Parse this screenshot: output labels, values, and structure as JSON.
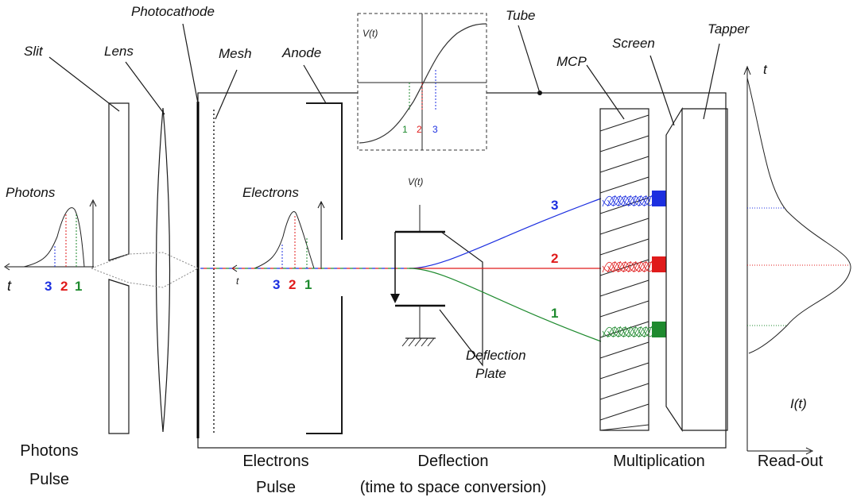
{
  "labels": {
    "slit": "Slit",
    "lens": "Lens",
    "photocathode": "Photocathode",
    "mesh": "Mesh",
    "anode": "Anode",
    "tube": "Tube",
    "mcp": "MCP",
    "screen": "Screen",
    "tapper": "Tapper",
    "photons": "Photons",
    "electrons": "Electrons",
    "vt": "V(t)",
    "deflection_plate_1": "Deflection",
    "deflection_plate_2": "Plate",
    "t_photons": "t",
    "t_electrons": "t",
    "t_readout": "t",
    "it": "I(t)"
  },
  "numbers": {
    "one": "1",
    "two": "2",
    "three": "3"
  },
  "sections": {
    "photons_pulse_1": "Photons",
    "photons_pulse_2": "Pulse",
    "electrons_pulse_1": "Electrons",
    "electrons_pulse_2": "Pulse",
    "deflection_1": "Deflection",
    "deflection_2": "(time to space conversion)",
    "multiplication": "Multiplication",
    "readout": "Read-out"
  },
  "colors": {
    "c1": "#1e8a2e",
    "c2": "#e01b1b",
    "c3": "#1c2fe0"
  }
}
